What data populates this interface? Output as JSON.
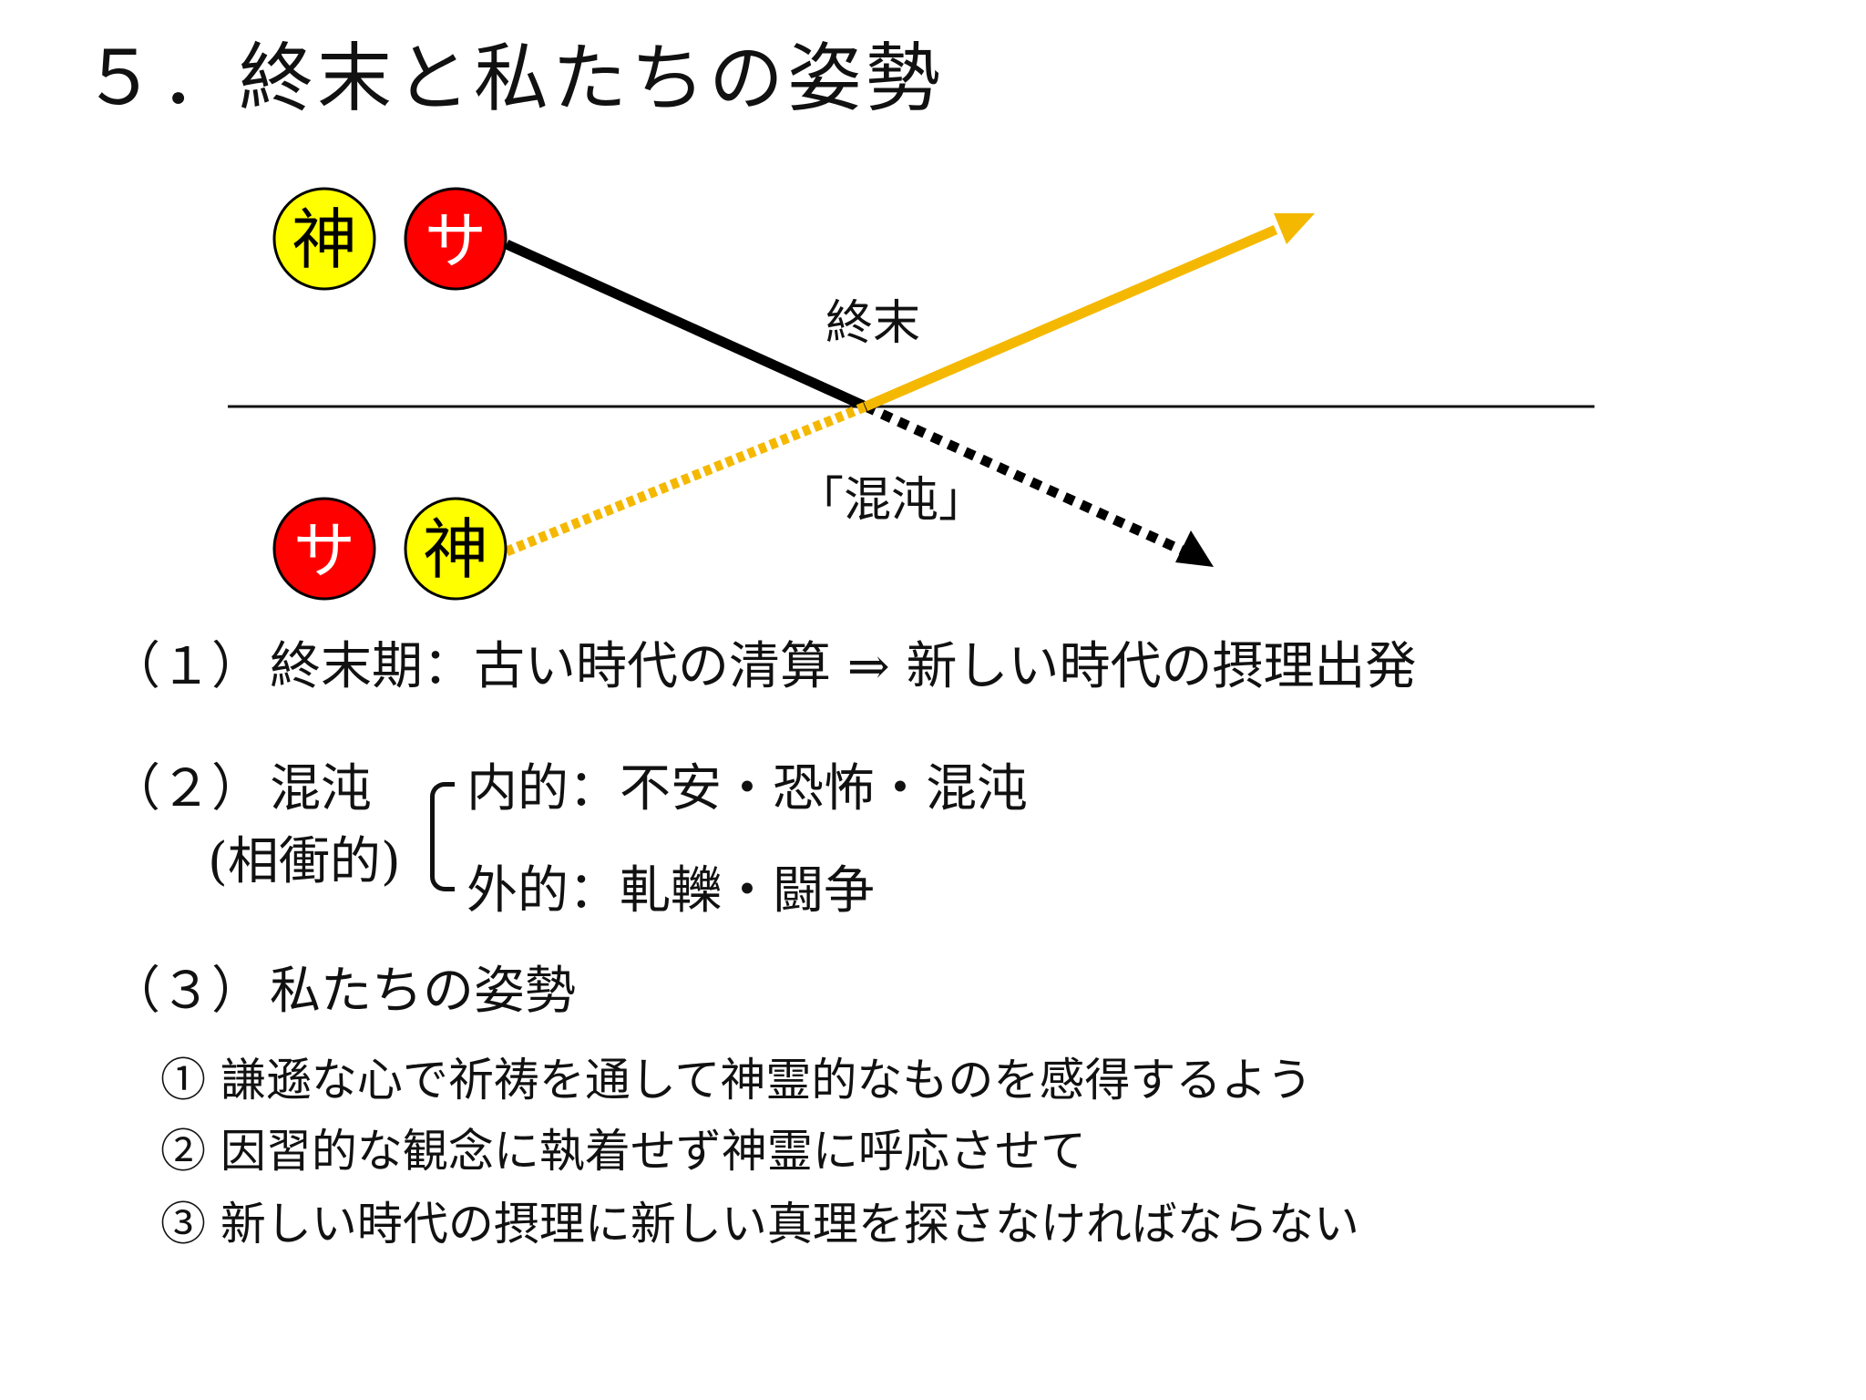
{
  "title": "５．終末と私たちの姿勢",
  "diagram": {
    "top_left_circle": "神",
    "top_right_circle": "サ",
    "bottom_left_circle": "サ",
    "bottom_right_circle": "神",
    "label_end": "終末",
    "label_chaos": "「混沌」",
    "colors": {
      "yellow": "#FFFF00",
      "red": "#FF0000",
      "arrow_orange": "#F5B800",
      "line_black": "#000000"
    }
  },
  "section1": {
    "number": "（１）",
    "text": "終末期：古い時代の清算 ⇒ 新しい時代の摂理出発"
  },
  "section2": {
    "number": "（２）",
    "term": "混沌",
    "note": "(相衝的)",
    "internal": "内的：不安・恐怖・混沌",
    "external": "外的：軋轢・闘争"
  },
  "section3": {
    "number": "（３）",
    "heading": "私たちの姿勢",
    "points": [
      "① 謙遜な心で祈祷を通して神霊的なものを感得するよう",
      "② 因習的な観念に執着せず神霊に呼応させて",
      "③ 新しい時代の摂理に新しい真理を探さなければならない"
    ]
  }
}
